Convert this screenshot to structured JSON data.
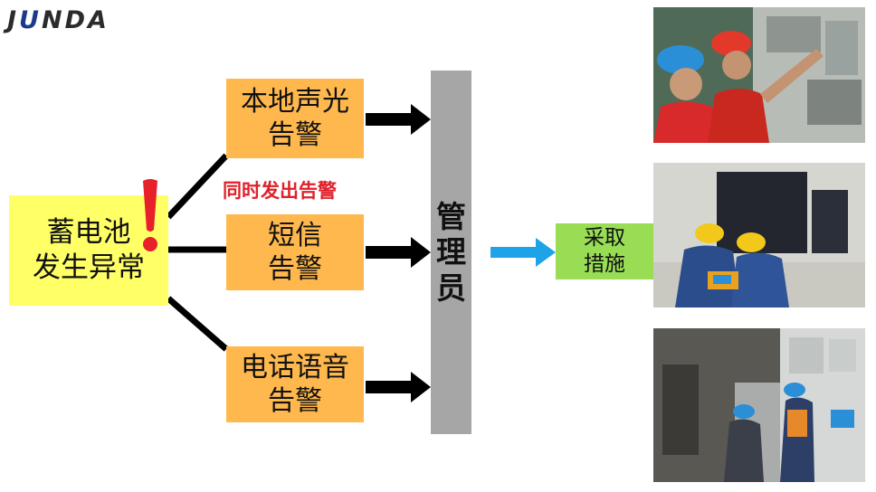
{
  "logo": {
    "text_left": "J",
    "text_o": "U",
    "text_right": "NDA"
  },
  "source": {
    "line1": "蓄电池",
    "line2": "发生异常"
  },
  "simultaneous_label": "同时发出告警",
  "alarms": [
    {
      "line1": "本地声光",
      "line2": "告警"
    },
    {
      "line1": "短信",
      "line2": "告警"
    },
    {
      "line1": "电话语音",
      "line2": "告警"
    }
  ],
  "manager": {
    "chars": [
      "管",
      "理",
      "员"
    ]
  },
  "action": {
    "line1": "采取",
    "line2": "措施"
  },
  "colors": {
    "source_fill": "#ffff66",
    "alarm_fill": "#ffb84d",
    "manager_fill": "#a6a6a6",
    "action_fill": "#99dd55",
    "highlight_text": "#e0202a",
    "arrow_blue": "#1fa3e8",
    "exclamation": "#e8202a"
  },
  "photos": [
    {
      "name": "workers-inspecting-panel-photo"
    },
    {
      "name": "workers-testing-batteries-photo"
    },
    {
      "name": "workers-at-cabinet-photo"
    }
  ]
}
